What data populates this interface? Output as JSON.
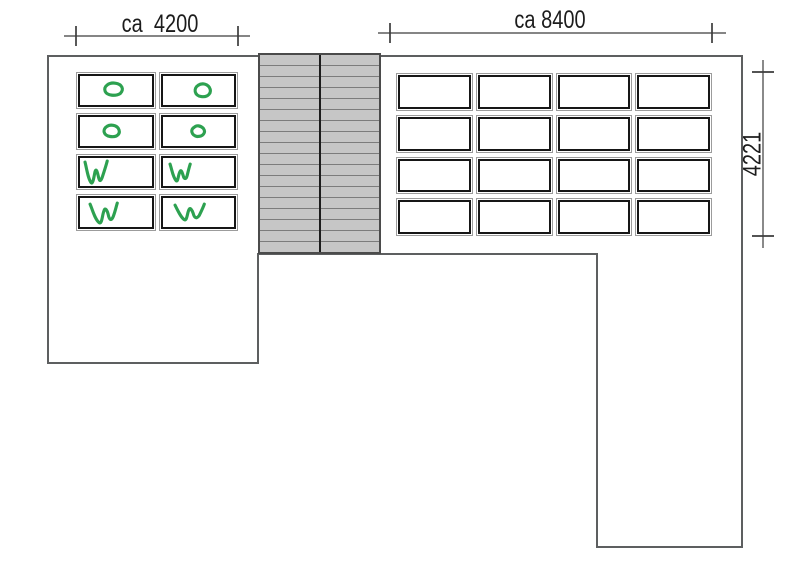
{
  "dimensions": {
    "top_left": {
      "label": "ca  4200"
    },
    "top_right": {
      "label": "ca 8400"
    },
    "right_vertical": {
      "label": "4221"
    }
  },
  "left_grid": {
    "rows": 4,
    "cols": 2,
    "marks": [
      [
        "o",
        "o"
      ],
      [
        "o",
        "o"
      ],
      [
        "w",
        "w"
      ],
      [
        "w",
        "w"
      ]
    ]
  },
  "right_grid": {
    "rows": 4,
    "cols": 4,
    "marks": null
  },
  "stairs": {
    "columns": 2,
    "steps_per_column": 18
  },
  "colors": {
    "mark_green": "#2da150",
    "stair_fill": "#c6c6c6",
    "outline": "#5d5f60",
    "panel_border": "#161616",
    "panel_outer": "#9c9c9c",
    "dim_color": "#3c3c3c",
    "text_color": "#1c1c1c"
  }
}
